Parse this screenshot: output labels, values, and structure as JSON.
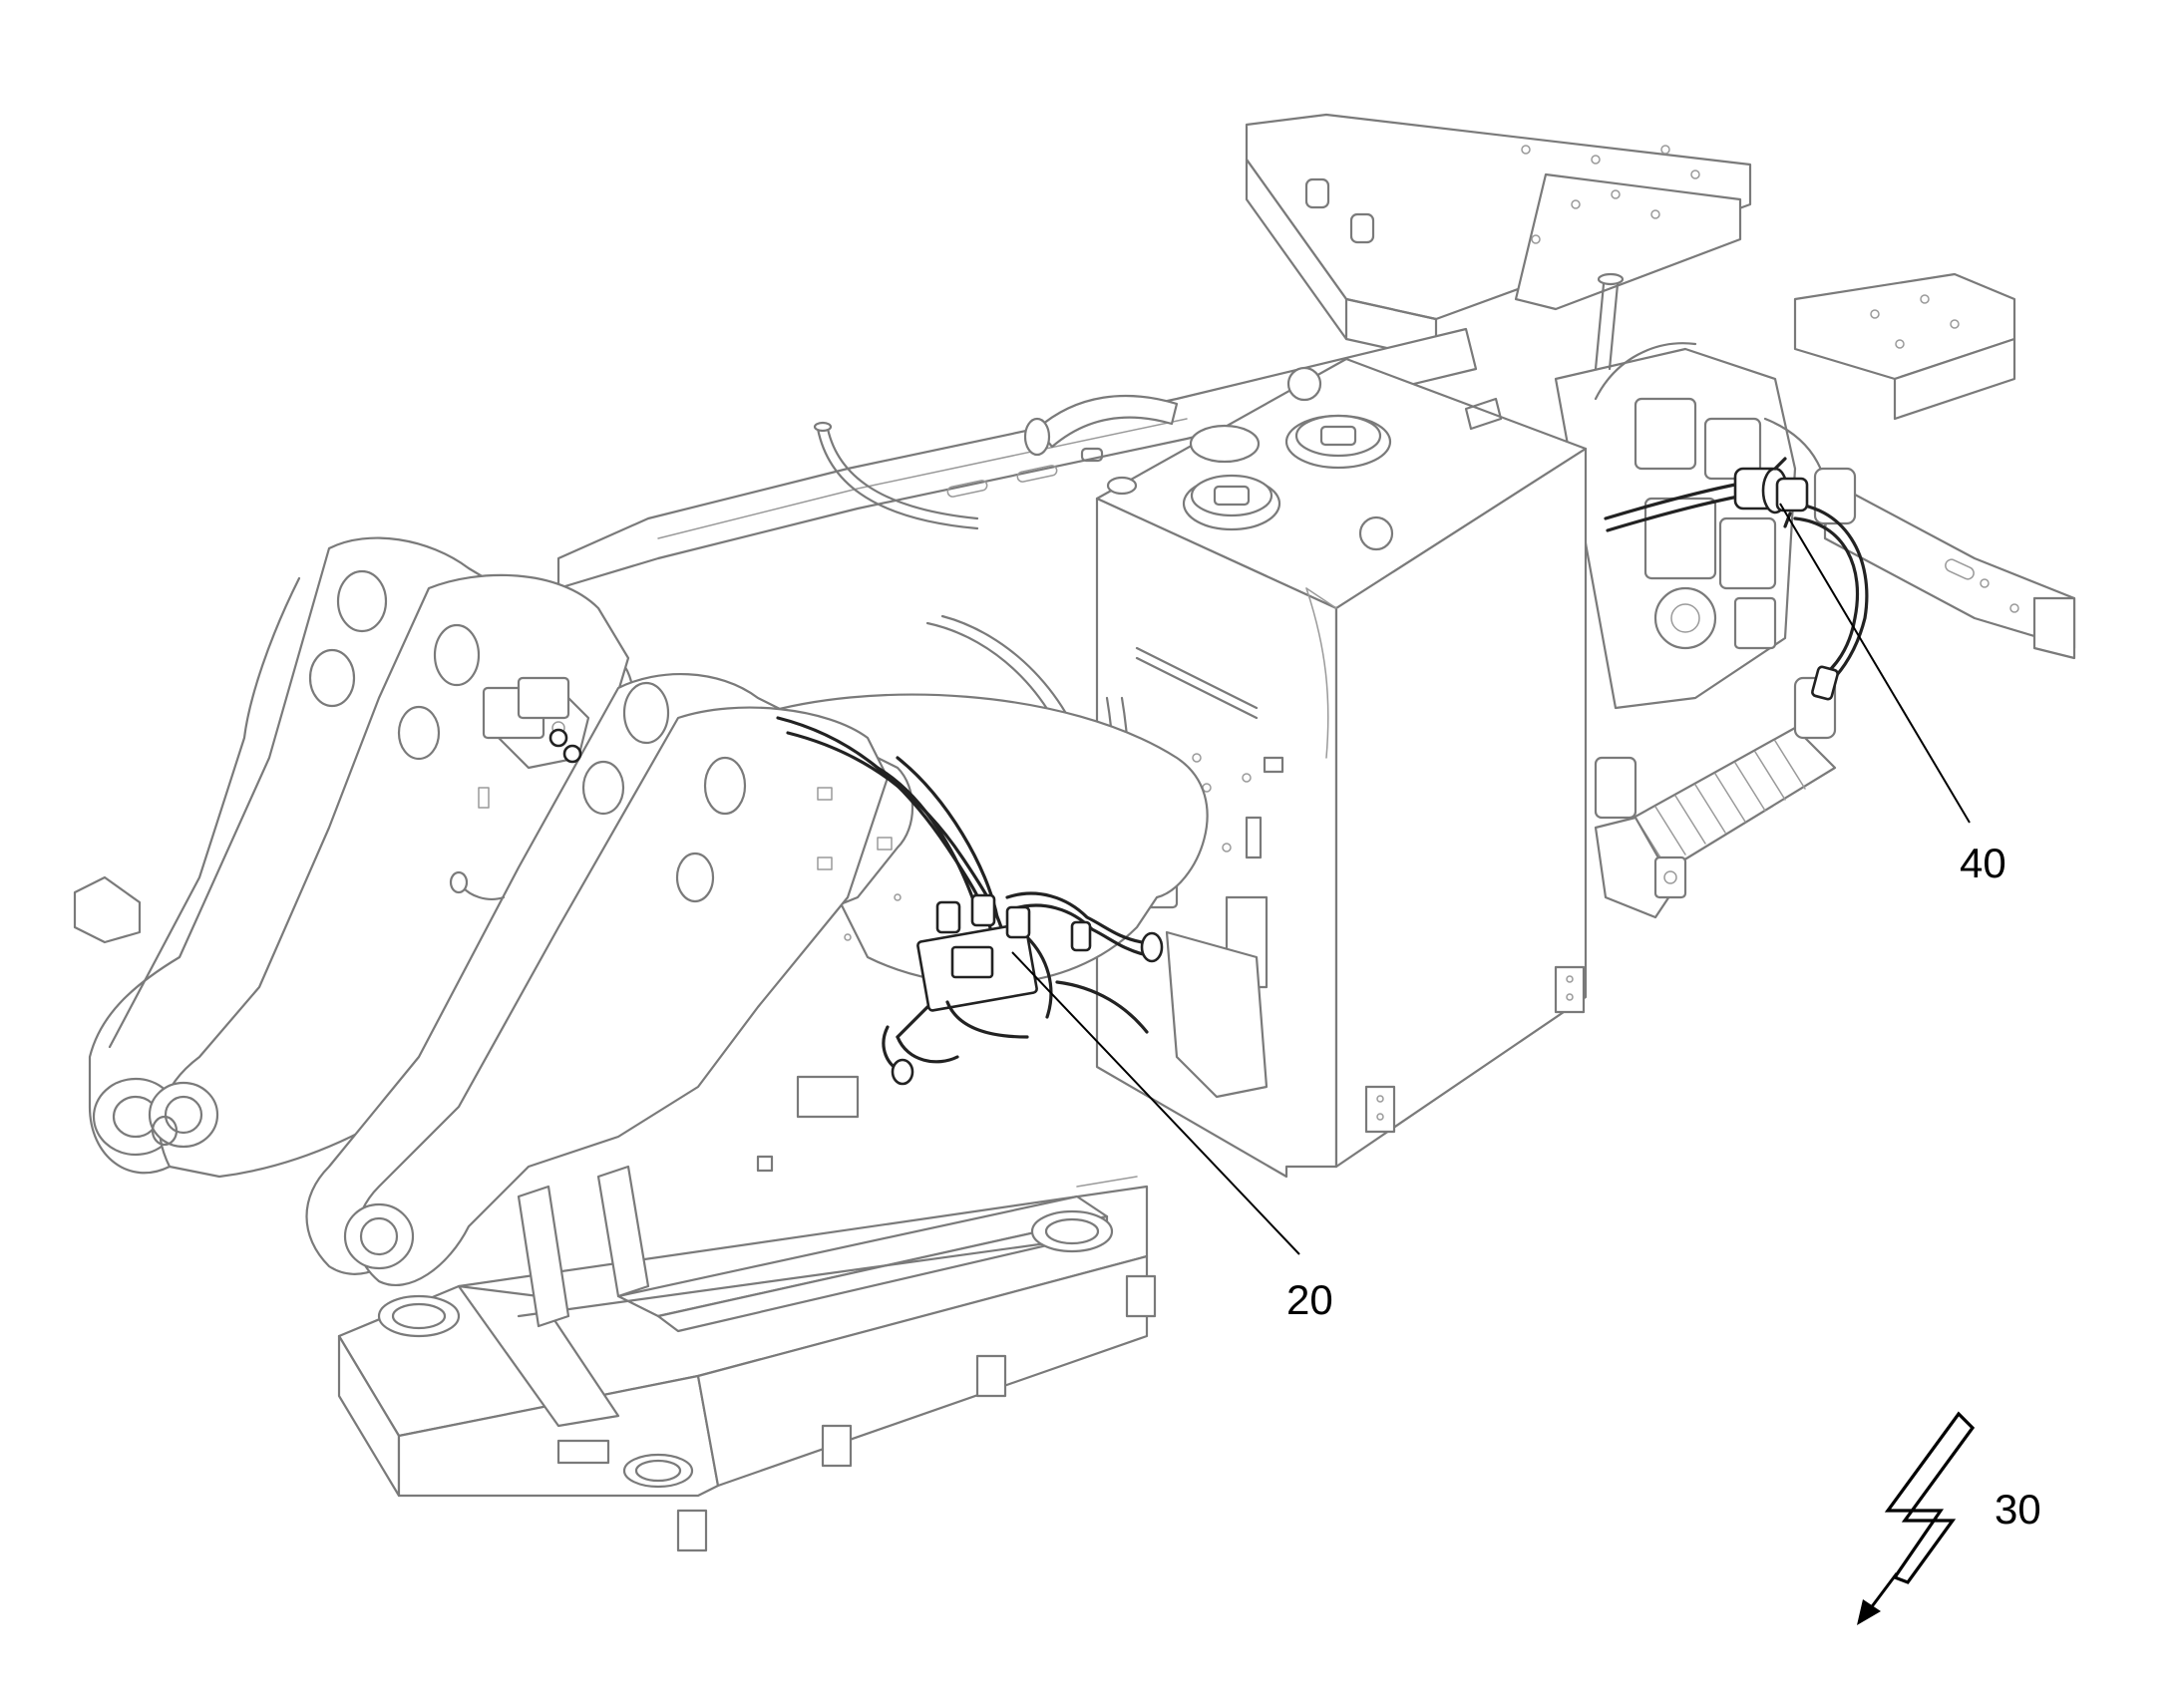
{
  "reference_numerals": {
    "hose_assembly_center": "20",
    "power_symbol": "30",
    "hose_connection_right": "40"
  },
  "colors": {
    "line": "#7a7a7a",
    "highlight": "#222222",
    "leader": "#000000",
    "background": "#ffffff"
  },
  "icons": {
    "power_symbol": "lightning-bolt-icon"
  }
}
